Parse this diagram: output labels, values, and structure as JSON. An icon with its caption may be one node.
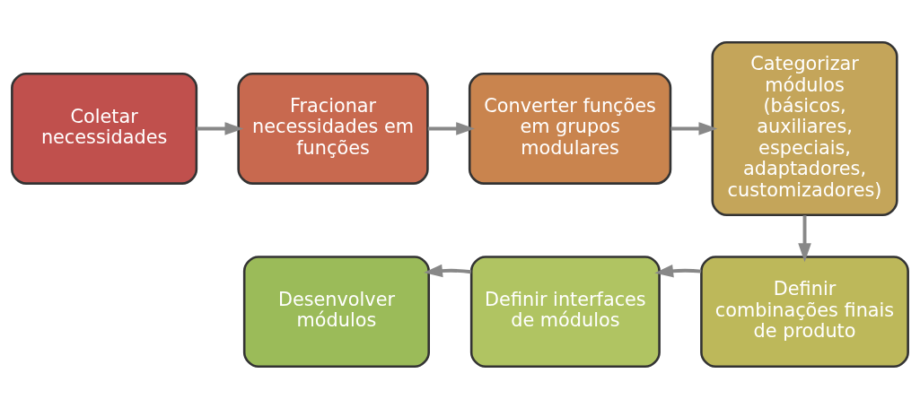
{
  "diagram": {
    "nodes": [
      {
        "text": [
          "Coletar necessidades"
        ]
      },
      {
        "text": [
          "Fracionar necessidades em funções"
        ]
      },
      {
        "text": [
          "Converter funções em grupos modulares"
        ]
      },
      {
        "text": [
          "Categorizar módulos (básicos, auxiliares, especiais, adaptadores, customizadores)"
        ]
      },
      {
        "text": [
          "Definir combinações finais de produto"
        ]
      },
      {
        "text": [
          "Definir interfaces de módulos"
        ]
      },
      {
        "text": [
          "Desenvolver módulos"
        ]
      }
    ],
    "edges": [
      {
        "from": 0,
        "to": 1,
        "arrow": "to"
      },
      {
        "from": 1,
        "to": 2,
        "arrow": "to"
      },
      {
        "from": 2,
        "to": 3,
        "arrow": "to"
      },
      {
        "from": 3,
        "to": 4,
        "arrow": "to"
      },
      {
        "from": 4,
        "to": 5,
        "arrow": "to"
      },
      {
        "from": 5,
        "to": 6,
        "arrow": "to"
      }
    ]
  }
}
